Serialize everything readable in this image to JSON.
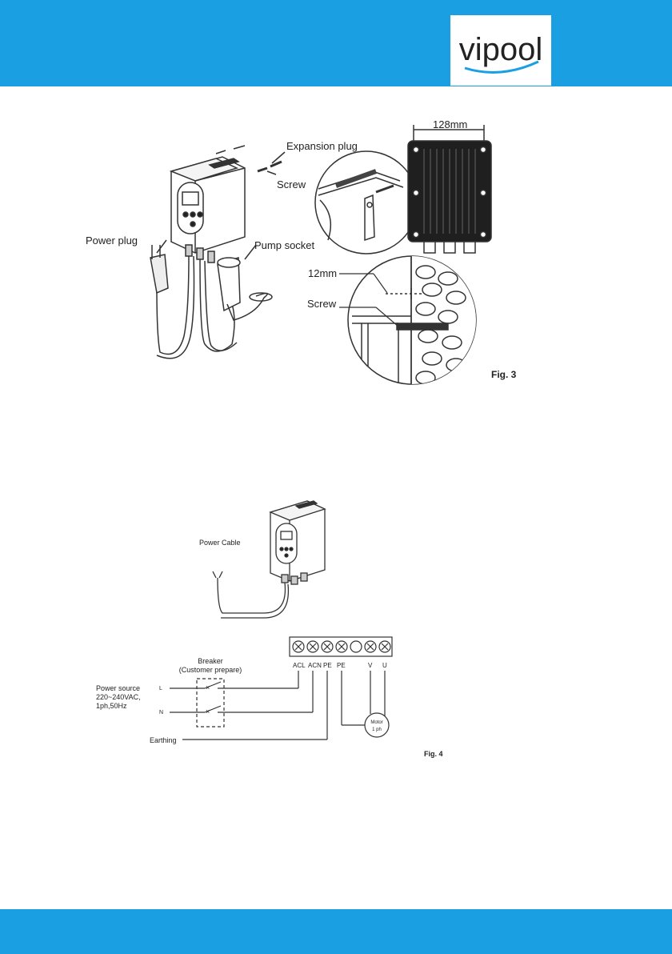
{
  "brand": {
    "logo_text": "vipool",
    "header_color": "#1a9fe3"
  },
  "fig3": {
    "caption": "Fig. 3",
    "labels": {
      "expansion_plug": "Expansion plug",
      "screw_top": "Screw",
      "power_plug": "Power plug",
      "pump_socket": "Pump socket",
      "width_dim": "128mm",
      "depth_dim": "12mm",
      "screw_detail": "Screw"
    }
  },
  "fig4": {
    "caption": "Fig. 4",
    "power_cable": "Power Cable",
    "breaker_title": "Breaker",
    "breaker_sub": "(Customer prepare)",
    "power_source": [
      "Power source",
      "220~240VAC,",
      "1ph,50Hz"
    ],
    "line_l": "L",
    "line_n": "N",
    "earthing": "Earthing",
    "terminals": [
      "ACL",
      "ACN",
      "PE",
      "PE",
      "V",
      "U"
    ],
    "motor": [
      "Motor",
      "1 ph"
    ]
  }
}
